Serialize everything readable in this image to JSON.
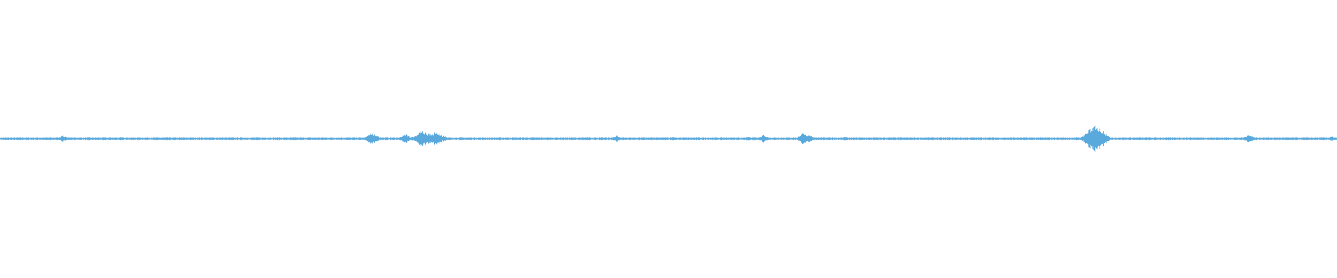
{
  "waveform": {
    "color": "#5aa9dc",
    "background": "#ffffff",
    "amplitude_events": [
      {
        "t": 0.047,
        "peak": 0.012
      },
      {
        "t": 0.09,
        "peak": 0.006
      },
      {
        "t": 0.278,
        "peak": 0.022
      },
      {
        "t": 0.281,
        "peak": 0.012
      },
      {
        "t": 0.303,
        "peak": 0.018
      },
      {
        "t": 0.3095,
        "peak": 0.01
      },
      {
        "t": 0.316,
        "peak": 0.032
      },
      {
        "t": 0.3205,
        "peak": 0.02
      },
      {
        "t": 0.326,
        "peak": 0.028
      },
      {
        "t": 0.332,
        "peak": 0.012
      },
      {
        "t": 0.44,
        "peak": 0.004
      },
      {
        "t": 0.461,
        "peak": 0.012
      },
      {
        "t": 0.503,
        "peak": 0.008
      },
      {
        "t": 0.559,
        "peak": 0.008
      },
      {
        "t": 0.571,
        "peak": 0.014
      },
      {
        "t": 0.601,
        "peak": 0.022
      },
      {
        "t": 0.605,
        "peak": 0.014
      },
      {
        "t": 0.632,
        "peak": 0.008
      },
      {
        "t": 0.8192,
        "peak": 0.055
      },
      {
        "t": 0.824,
        "peak": 0.012
      },
      {
        "t": 0.934,
        "peak": 0.016
      },
      {
        "t": 0.996,
        "peak": 0.008
      }
    ]
  }
}
